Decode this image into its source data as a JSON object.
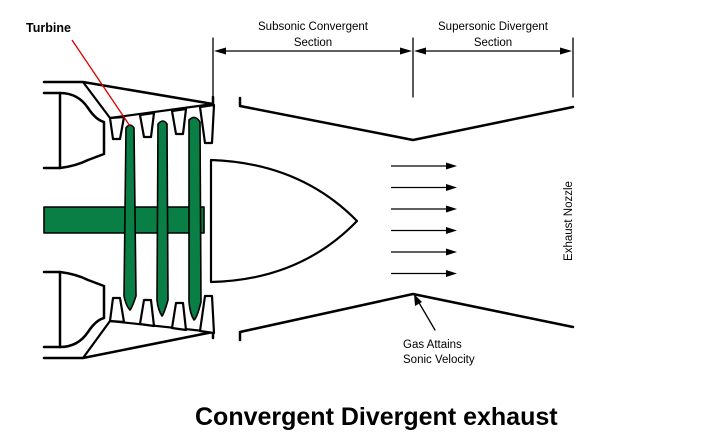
{
  "labels": {
    "turbine": "Turbine",
    "subsonic_line1": "Subsonic Convergent",
    "subsonic_line2": "Section",
    "supersonic_line1": "Supersonic Divergent",
    "supersonic_line2": "Section",
    "exhaust_nozzle": "Exhaust Nozzle",
    "sonic_line1": "Gas Attains",
    "sonic_line2": "Sonic Velocity",
    "title": "Convergent Divergent exhaust"
  },
  "colors": {
    "turbine_fill": "#0a7f45",
    "leader_line": "#e00000",
    "outline": "#000000"
  },
  "flow_arrows_count": 6
}
